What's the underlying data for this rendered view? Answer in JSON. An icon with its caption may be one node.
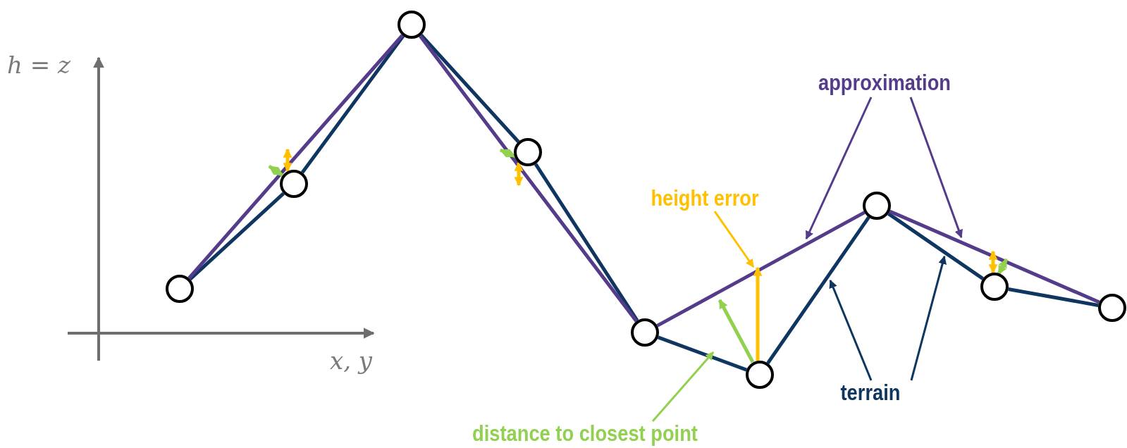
{
  "diagram": {
    "nodes": [
      {
        "text": [],
        "shape": "circle"
      },
      {
        "text": [],
        "shape": "circle"
      },
      {
        "text": [],
        "shape": "circle"
      },
      {
        "text": [],
        "shape": "circle"
      },
      {
        "text": [],
        "shape": "circle"
      },
      {
        "text": [],
        "shape": "circle"
      },
      {
        "text": [],
        "shape": "circle"
      },
      {
        "text": [],
        "shape": "circle"
      },
      {
        "text": [],
        "shape": "circle"
      },
      {
        "text": [
          "approximation"
        ]
      },
      {
        "text": [
          "height error"
        ]
      },
      {
        "text": [
          "distance to closest point"
        ]
      },
      {
        "text": [
          "terrain"
        ]
      }
    ],
    "edges": [
      {
        "from": 0,
        "to": 1,
        "arrow": "none"
      },
      {
        "from": 1,
        "to": 2,
        "arrow": "none"
      },
      {
        "from": 2,
        "to": 3,
        "arrow": "none"
      },
      {
        "from": 3,
        "to": 4,
        "arrow": "none"
      },
      {
        "from": 4,
        "to": 5,
        "arrow": "none"
      },
      {
        "from": 5,
        "to": 6,
        "arrow": "none"
      },
      {
        "from": 6,
        "to": 7,
        "arrow": "none"
      },
      {
        "from": 7,
        "to": 8,
        "arrow": "none"
      },
      {
        "from": 0,
        "to": 2,
        "arrow": "none",
        "color": "#553c8b"
      },
      {
        "from": 2,
        "to": 4,
        "arrow": "none",
        "color": "#553c8b"
      },
      {
        "from": 4,
        "to": 6,
        "arrow": "none",
        "color": "#553c8b"
      },
      {
        "from": 6,
        "to": 8,
        "arrow": "none",
        "color": "#553c8b"
      },
      {
        "from": 9,
        "to": null,
        "arrow": "to",
        "color": "#553c8b"
      },
      {
        "from": 9,
        "to": null,
        "arrow": "to",
        "color": "#553c8b"
      },
      {
        "from": 10,
        "to": null,
        "arrow": "to",
        "color": "#ffc000"
      },
      {
        "from": 11,
        "to": null,
        "arrow": "to",
        "color": "#92d050"
      },
      {
        "from": 12,
        "to": null,
        "arrow": "to"
      },
      {
        "from": 12,
        "to": null,
        "arrow": "to"
      },
      {
        "from": 1,
        "to": null,
        "arrow": "both",
        "color": "#ffc000"
      },
      {
        "from": 1,
        "to": null,
        "arrow": "both",
        "color": "#92d050"
      },
      {
        "from": 3,
        "to": null,
        "arrow": "both",
        "color": "#ffc000"
      },
      {
        "from": 3,
        "to": null,
        "arrow": "both",
        "color": "#92d050"
      },
      {
        "from": 5,
        "to": null,
        "arrow": "to",
        "color": "#92d050"
      },
      {
        "from": 5,
        "to": null,
        "arrow": "to",
        "color": "#ffc000"
      },
      {
        "from": 7,
        "to": null,
        "arrow": "both",
        "color": "#ffc000"
      },
      {
        "from": 7,
        "to": null,
        "arrow": "both",
        "color": "#92d050"
      }
    ],
    "labels": [
      "h = z",
      "x, y"
    ]
  }
}
